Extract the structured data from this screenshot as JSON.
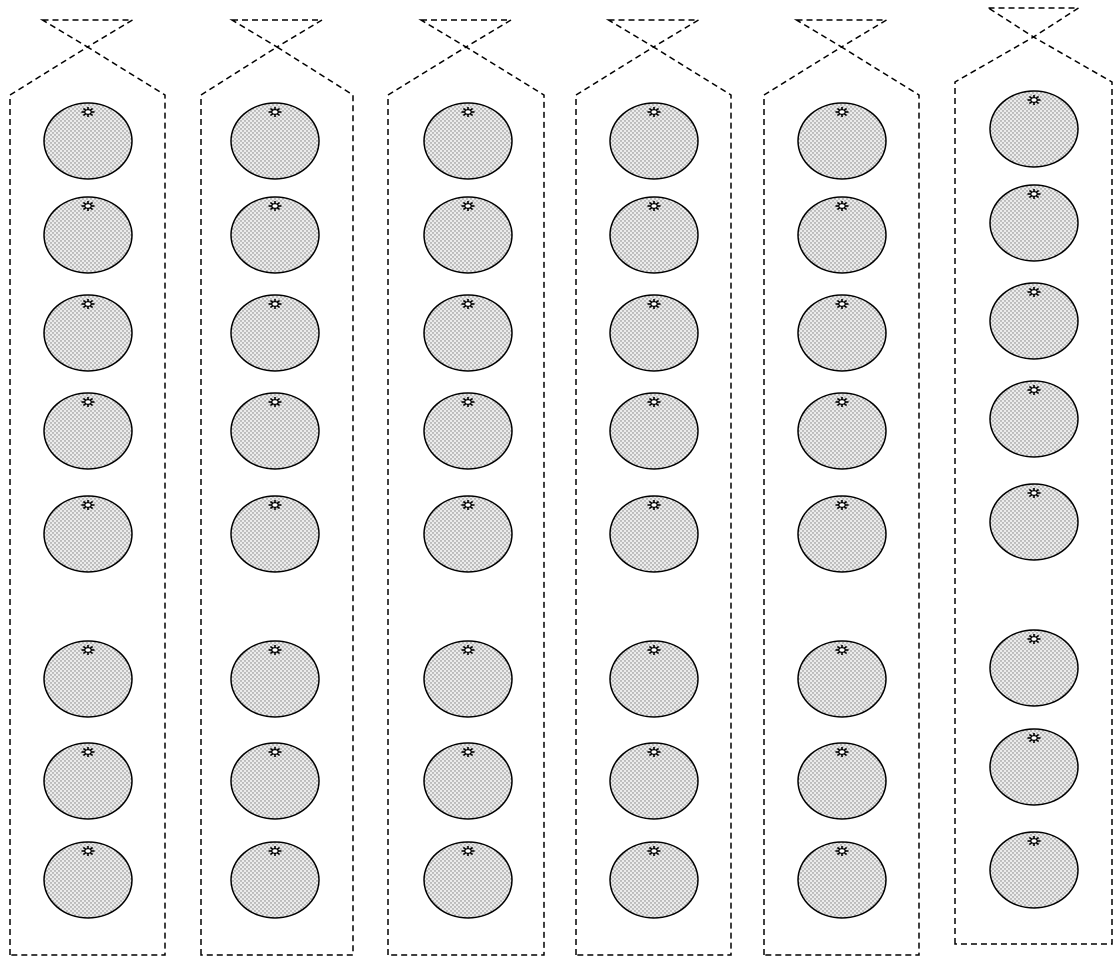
{
  "figure": {
    "description_kind": "grouping-diagram",
    "bags": [
      {
        "id": "bag-1",
        "fruit_count": 8
      },
      {
        "id": "bag-2",
        "fruit_count": 8
      },
      {
        "id": "bag-3",
        "fruit_count": 8
      },
      {
        "id": "bag-4",
        "fruit_count": 8
      },
      {
        "id": "bag-5",
        "fruit_count": 8
      },
      {
        "id": "bag-6",
        "fruit_count": 8
      }
    ],
    "fruit_icon": "orange-icon",
    "colors": {
      "outline": "#000000",
      "fruit_fill": "#d9d9d9",
      "fruit_dot": "#7a7a7a",
      "background": "#ffffff"
    }
  }
}
